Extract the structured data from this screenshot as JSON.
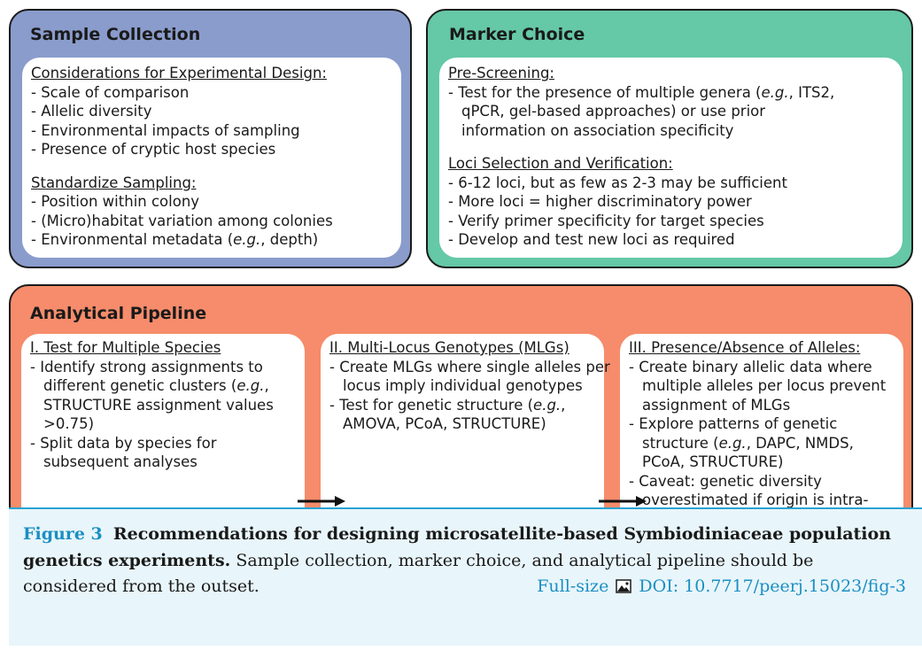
{
  "colors": {
    "sample": "#8a9ccc",
    "marker": "#65c8a6",
    "pipeline": "#f68c6b",
    "caption_bg": "#e8f5fa",
    "link": "#1a8fc2"
  },
  "sample_collection": {
    "title": "Sample Collection",
    "considerations_heading": "Considerations for Experimental Design:",
    "considerations": [
      "- Scale of comparison",
      "- Allelic diversity",
      "- Environmental impacts of sampling",
      "- Presence of cryptic host species"
    ],
    "standardize_heading": "Standardize Sampling:",
    "standardize": [
      "- Position within colony",
      "- (Micro)habitat variation among colonies",
      "- Environmental metadata (e.g., depth)"
    ]
  },
  "marker_choice": {
    "title": "Marker Choice",
    "prescreen_heading": "Pre-Screening:",
    "prescreen": [
      "- Test for the presence of multiple genera (e.g., ITS2, qPCR, gel-based approaches) or use prior information on association specificity"
    ],
    "loci_heading": "Loci Selection and Verification:",
    "loci": [
      "- 6-12 loci, but as few as 2-3 may be sufficient",
      "- More loci = higher discriminatory power",
      "- Verify primer specificity for target species",
      "- Develop and test new loci as required"
    ]
  },
  "pipeline": {
    "title": "Analytical Pipeline",
    "step1": {
      "heading": "I. Test for Multiple Species",
      "items": [
        "- Identify strong assignments to different genetic clusters (e.g., STRUCTURE assignment values >0.75)",
        "- Split data by species for subsequent analyses"
      ]
    },
    "step2": {
      "heading": "II. Multi-Locus Genotypes (MLGs)",
      "items": [
        "- Create MLGs where single alleles per locus imply individual genotypes",
        "- Test for genetic structure (e.g., AMOVA, PCoA, STRUCTURE)"
      ]
    },
    "step3": {
      "heading": "III. Presence/Absence of Alleles:",
      "items": [
        "- Create binary allelic data where multiple alleles per locus prevent assignment of MLGs",
        "- Explore patterns of genetic structure (e.g., DAPC, NMDS, PCoA, STRUCTURE)",
        "- Caveat: genetic diversity overestimated if origin is intra- rather than inter-genomic"
      ]
    }
  },
  "caption": {
    "label": "Figure 3",
    "title": "Recommendations for designing microsatellite-based Symbiodiniaceae population genetics experiments.",
    "text": "Sample collection, marker choice, and analytical pipeline should be considered from the outset.",
    "full_size": "Full-size",
    "doi": "DOI: 10.7717/peerj.15023/fig-3"
  }
}
